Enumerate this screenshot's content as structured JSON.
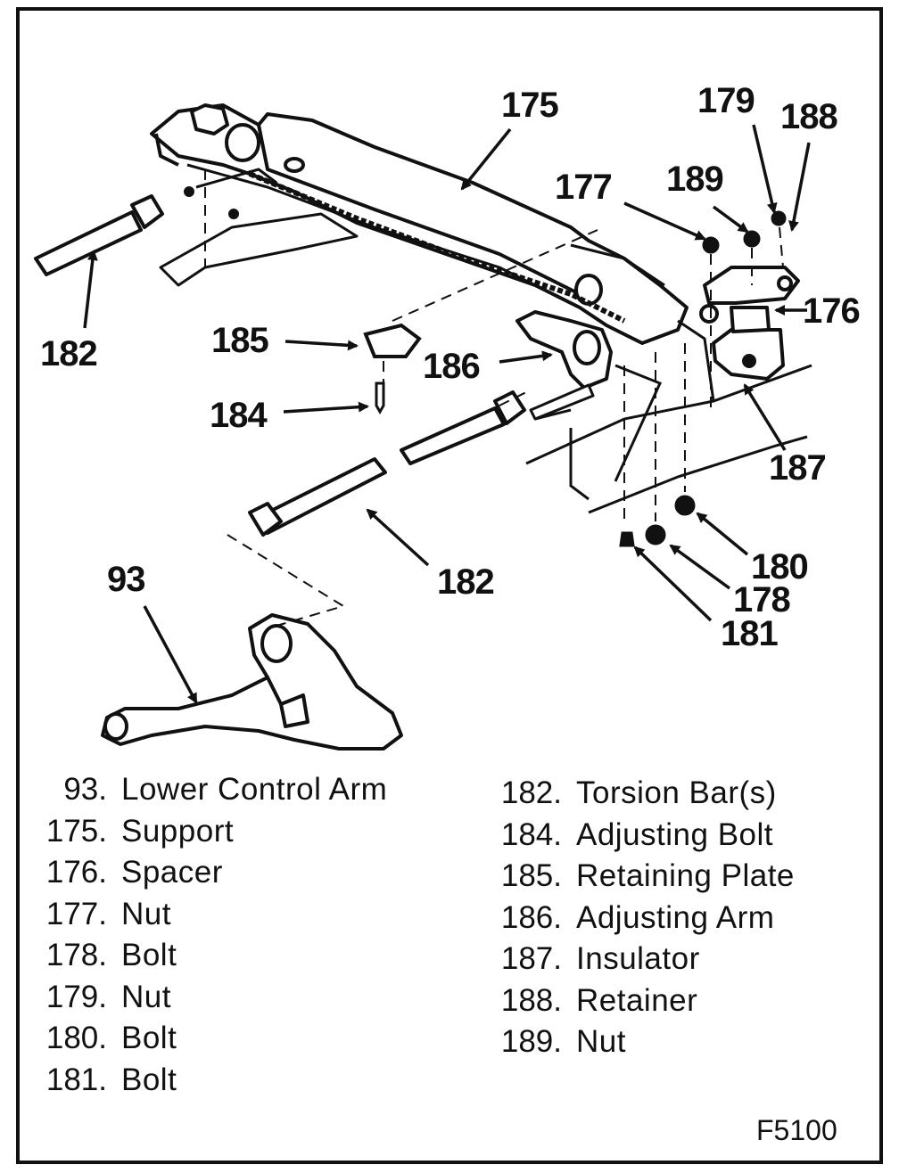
{
  "figure": {
    "id": "F5100",
    "callouts": [
      "175",
      "179",
      "188",
      "177",
      "189",
      "176",
      "182",
      "185",
      "186",
      "184",
      "187",
      "180",
      "178",
      "181",
      "182",
      "93"
    ],
    "legend": [
      {
        "number": "93.",
        "name": "Lower Control Arm"
      },
      {
        "number": "175.",
        "name": "Support"
      },
      {
        "number": "176.",
        "name": "Spacer"
      },
      {
        "number": "177.",
        "name": "Nut"
      },
      {
        "number": "178.",
        "name": "Bolt"
      },
      {
        "number": "179.",
        "name": "Nut"
      },
      {
        "number": "180.",
        "name": "Bolt"
      },
      {
        "number": "181.",
        "name": "Bolt"
      },
      {
        "number": "182.",
        "name": "Torsion Bar(s)"
      },
      {
        "number": "184.",
        "name": "Adjusting Bolt"
      },
      {
        "number": "185.",
        "name": "Retaining Plate"
      },
      {
        "number": "186.",
        "name": "Adjusting Arm"
      },
      {
        "number": "187.",
        "name": "Insulator"
      },
      {
        "number": "188.",
        "name": "Retainer"
      },
      {
        "number": "189.",
        "name": "Nut"
      }
    ]
  }
}
